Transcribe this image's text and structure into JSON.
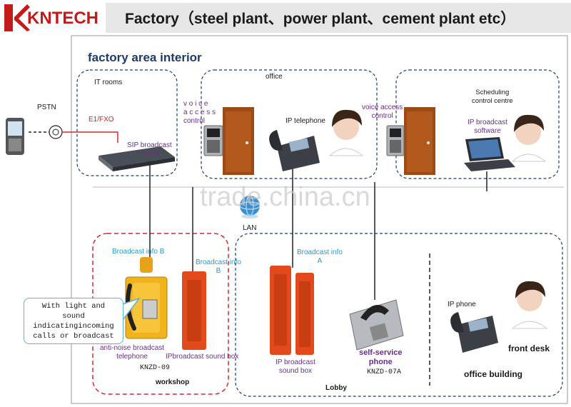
{
  "header": {
    "logo_text": "KNTECH",
    "title": "Factory（steel plant、power plant、cement plant etc）"
  },
  "area_title": "factory area interior",
  "watermark": "trade.china.cn",
  "colors": {
    "header_bg": "#e6e6e6",
    "logo_red": "#c41a1a",
    "area_blue": "#1e3b6e",
    "dash_blue": "#1e3b6e",
    "dash_red": "#d42a2a",
    "label_purple": "#6a2e8c",
    "label_cyan": "#1e9bd4",
    "callout_border": "#5bb3d6"
  },
  "labels": {
    "pstn": "PSTN",
    "it_rooms": "IT rooms",
    "e1_fxo": "E1/FXO",
    "sip_server": "SIP broadcast\nserver",
    "office": "office",
    "voice_access_1": "v o i c e\na c c e s s\ncontrol",
    "ip_telephone": "IP telephone",
    "voice_access_2": "voice access\ncontrol",
    "scheduling": "Scheduling\ncontrol centre",
    "ip_broadcast_software": "IP broadcast\nsoftware",
    "lan": "LAN",
    "broadcast_info_b1": "Broadcast info  B",
    "broadcast_info_b2": "Broadcast info\nB",
    "broadcast_info_a": "Broadcast info\nA",
    "callout": "With light and\nsound\nindicatingincoming\ncalls or broadcast",
    "anti_noise": "anti-noise broadcast\ntelephone",
    "knzd09": "KNZD-09",
    "ipbroadcast_sound_box": "IPbroadcast sound box",
    "workshop": "workshop",
    "ip_broadcast_sound_box": "IP broadcast\nsound box",
    "self_service_phone": "self-service\nphone",
    "knzd07a": "KNZD-07A",
    "lobby": "Lobby",
    "ip_phone": "IP phone",
    "front_desk": "front desk",
    "office_building": "office building"
  }
}
